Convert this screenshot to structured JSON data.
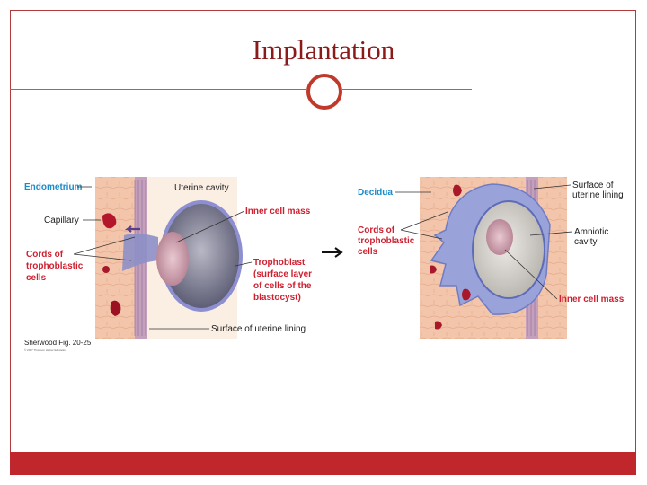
{
  "slide": {
    "title": "Implantation"
  },
  "left_diagram": {
    "labels": {
      "endometrium": "Endometrium",
      "uterine_cavity": "Uterine cavity",
      "capillary": "Capillary",
      "inner_cell_mass": "Inner cell mass",
      "cords_line1": "Cords of",
      "cords_line2": "trophoblastic",
      "cords_line3": "cells",
      "trophoblast_line1": "Trophoblast",
      "trophoblast_line2": "(surface layer",
      "trophoblast_line3": "of cells of the",
      "trophoblast_line4": "blastocyst)",
      "surface_uterine_lining": "Surface of uterine lining",
      "credit": "Sherwood Fig. 20-25",
      "copyright": "© 2007 Thomson Higher Education"
    }
  },
  "right_diagram": {
    "labels": {
      "decidua": "Decidua",
      "surface_line1": "Surface of",
      "surface_line2": "uterine lining",
      "cords_line1": "Cords of",
      "cords_line2": "trophoblastic",
      "cords_line3": "cells",
      "amniotic_line1": "Amniotic",
      "amniotic_line2": "cavity",
      "inner_cell_mass": "Inner cell mass"
    }
  },
  "colors": {
    "accent_red": "#c0272d",
    "title_red": "#8b1a1a",
    "label_blue": "#1b8bc9",
    "label_red": "#cf2030"
  },
  "icons": {
    "ring": "circle-ring-icon",
    "arrow": "arrow-right-icon"
  }
}
